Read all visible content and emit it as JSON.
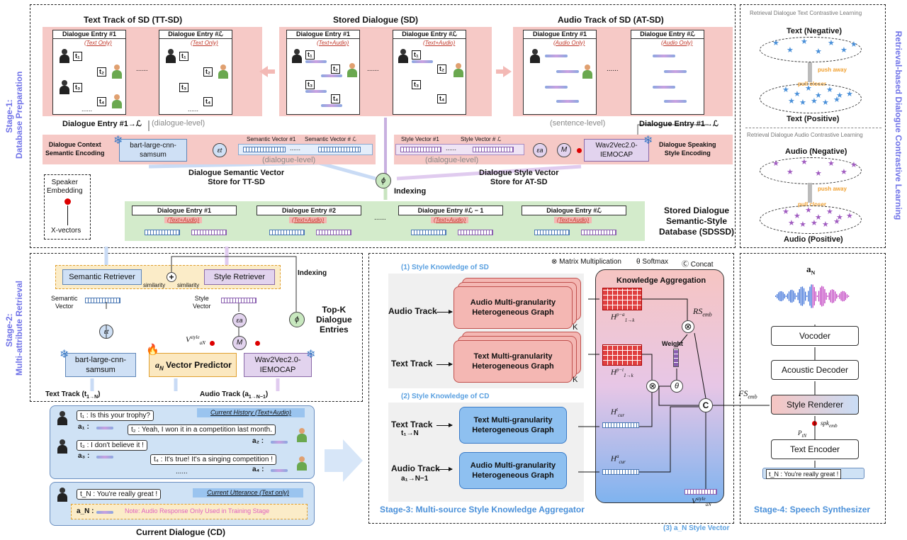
{
  "stage1": {
    "side": "Stage-1:\nDatabase Preparation",
    "tt_title": "Text Track of SD (TT-SD)",
    "sd_title": "Stored Dialogue (SD)",
    "at_title": "Audio Track of SD (AT-SD)",
    "entry1": "Dialogue Entry #1",
    "entryL": "Dialogue Entry #ℒ",
    "text_only": "(Text Only)",
    "text_audio": "(Text+Audio)",
    "audio_only": "(Audio Only)",
    "ellipsis": "......",
    "tokens": [
      "t₁",
      "t₂",
      "t₃",
      "t₄"
    ],
    "range_left": "Dialogue Entry #1→ℒ",
    "range_right": "Dialogue Entry #1→ℒ",
    "dialogue_level": "(dialogue-level)",
    "sentence_level": "(sentence-level)",
    "ctx_enc": "Dialogue Context\nSemantic Encoding",
    "bart": "bart-large-cnn-\nsamsum",
    "sem_vec1": "Semantic Vector #1",
    "sem_vecL": "Semantic Vector # ℒ",
    "sty_vec1": "Style Vector #1",
    "sty_vecL": "Style Vector # ℒ",
    "wav2vec": "Wav2Vec2.0-\nIEMOCAP",
    "speak_enc": "Dialogue Speaking\nStyle Encoding",
    "sem_store": "Dialogue Semantic Vector\nStore for TT-SD",
    "sty_store": "Dialogue Style Vector\nStore for AT-SD",
    "indexing": "Indexing",
    "speaker_emb": "Speaker\nEmbedding",
    "xvectors": "X-vectors",
    "db_entries": [
      "Dialogue Entry #1",
      "Dialogue Entry #2",
      "Dialogue Entry #ℒ − 1",
      "Dialogue Entry #ℒ"
    ],
    "db_title": "Stored Dialogue\nSemantic-Style\nDatabase (SDSSD)",
    "eps_t": "εt",
    "eps_a": "εa",
    "M": "M",
    "phi": "ϕ"
  },
  "contrastive": {
    "side": "Retrieval-based Dialogue Contrastive Learning",
    "text_title": "Retrieval Dialogue Text Contrastive Learning",
    "text_neg": "Text (Negative)",
    "text_pos": "Text (Positive)",
    "audio_title": "Retrieval Dialogue Audio Contrastive Learning",
    "audio_neg": "Audio (Negative)",
    "audio_pos": "Audio (Positive)",
    "push": "push away",
    "pull": "pull closer",
    "colors": {
      "text_star": "#4a90d9",
      "audio_star": "#a05cc0",
      "push": "#f0a030"
    }
  },
  "stage2": {
    "side": "Stage-2:\nMulti-attribute Retrieval",
    "sem_retriever": "Semantic Retriever",
    "sty_retriever": "Style Retriever",
    "similarity": "similarity",
    "indexing": "Indexing",
    "sem_vector": "Semantic\nVector",
    "sty_vector": "Style\nVector",
    "topk": "Top-K\nDialogue\nEntries",
    "bart": "bart-large-cnn-\nsamsum",
    "vec_pred": "Vector Predictor",
    "aN": "a",
    "wav2vec": "Wav2Vec2.0-\nIEMOCAP",
    "v_style": "V",
    "text_track": "Text Track (t",
    "audio_track": "Audio Track  (a"
  },
  "cd": {
    "title": "Current Dialogue (CD)",
    "history": "Current History (Text+Audio)",
    "utterance": "Current Utterance (Text only)",
    "lines": [
      "t₁ : Is this your trophy?",
      "t₂ : Yeah, I won it in a competition last month.",
      "t₃ : I don't believe it !",
      "t₄ : It's true! It's a singing competition !",
      "......"
    ],
    "audio_labels": [
      "a₁ :",
      "a₂ :",
      "a₃ :",
      "a₄ :"
    ],
    "tN": "t_N : You're really great !",
    "aN": "a_N :",
    "note": "Note: Audio Response Only Used in Training Stage"
  },
  "stage3": {
    "title": "Stage-3: Multi-source Style Knowledge Aggregator",
    "sd_knowledge": "(1) Style Knowledge of SD",
    "cd_knowledge": "(2) Style Knowledge of CD",
    "vec_knowledge": "(3) a_N Style Vector",
    "audio_track": "Audio Track",
    "text_track": "Text Track",
    "amg": "Audio Multi-granularity\nHeterogeneous Graph",
    "tmg": "Text Multi-granularity\nHeterogeneous Graph",
    "K": "K",
    "t1N": "t₁→N",
    "a1N": "a₁→N−1",
    "legend_mm": "Matrix Multiplication",
    "legend_sm": "Softmax",
    "legend_cc": "Concat",
    "ka": "Knowledge Aggregation",
    "weight": "Weight",
    "rs": "RS",
    "fs": "FS"
  },
  "stage4": {
    "title": "Stage-4: Speech Synthesizer",
    "aN": "a",
    "vocoder": "Vocoder",
    "acoustic": "Acoustic Decoder",
    "renderer": "Style Renderer",
    "encoder": "Text Encoder",
    "spk": "spk",
    "ptn": "P",
    "input": "t_N : You're really great !"
  }
}
